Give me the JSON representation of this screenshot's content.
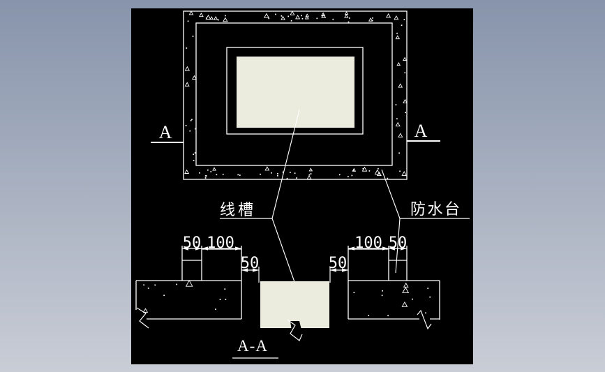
{
  "viewer": {
    "background_top": "#8794ab",
    "background_bottom": "#c9cdd6",
    "canvas_color": "#000000",
    "line_color": "#ffffff",
    "concrete_fill": "#ebebde"
  },
  "plan": {
    "section_marker_left": "A",
    "section_marker_right": "A",
    "label_cable_trough": "线槽",
    "label_waterproof_curb": "防水台"
  },
  "section": {
    "title": "A-A",
    "dims": {
      "left_step": "50",
      "left_curb": "100",
      "left_gap": "50",
      "right_curb": "100",
      "right_step": "50",
      "right_gap": "50"
    }
  }
}
